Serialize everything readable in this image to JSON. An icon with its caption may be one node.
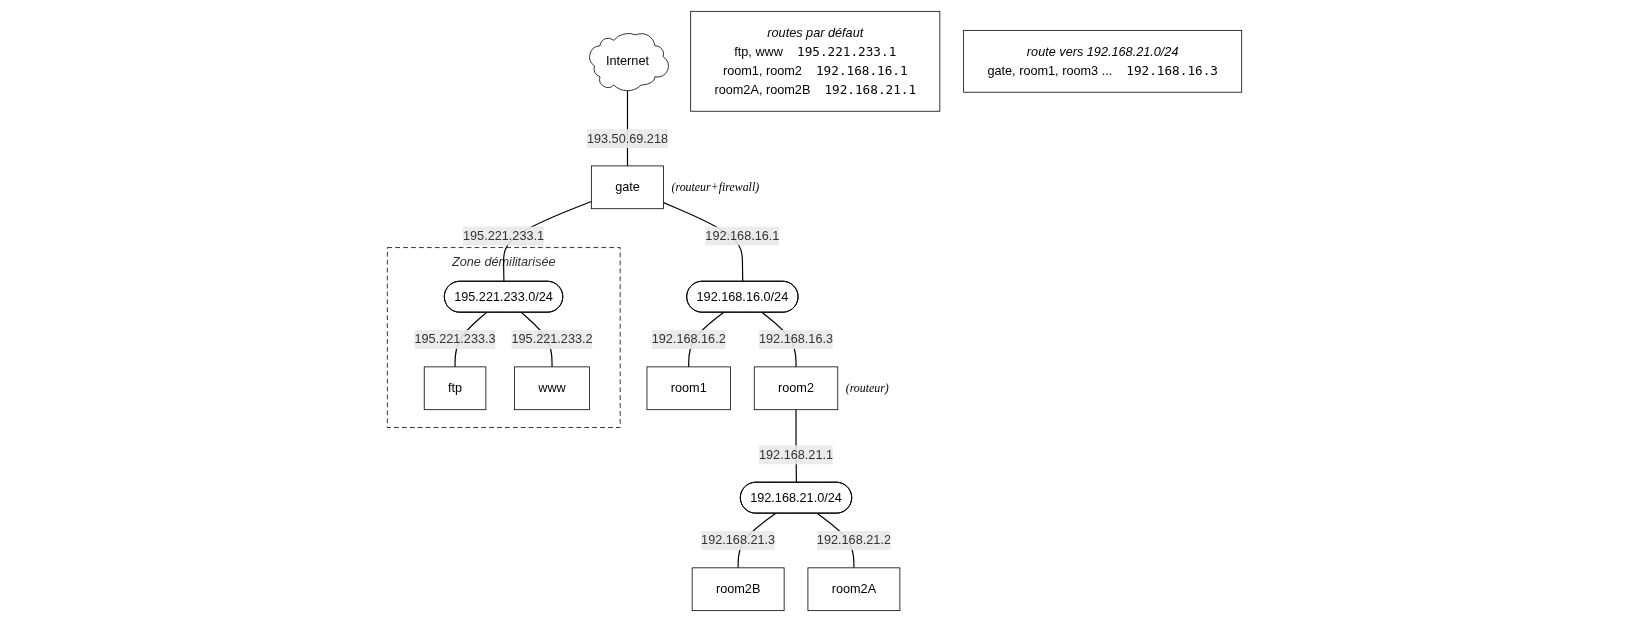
{
  "diagram": {
    "nodes": [
      {
        "text": [
          "Internet"
        ]
      },
      {
        "text": [
          "gate"
        ],
        "beside": [
          "(routeur+firewall)"
        ]
      },
      {
        "text": [
          "Zone démilitarisée"
        ]
      },
      {
        "text": [
          "195.221.233.0/24"
        ],
        "in": 2
      },
      {
        "text": [
          "ftp"
        ],
        "in": 2
      },
      {
        "text": [
          "www"
        ],
        "in": 2
      },
      {
        "text": [
          "192.168.16.0/24"
        ]
      },
      {
        "text": [
          "room1"
        ]
      },
      {
        "text": [
          "room2"
        ],
        "beside": [
          "(routeur)"
        ]
      },
      {
        "text": [
          "192.168.21.0/24"
        ]
      },
      {
        "text": [
          "room2B"
        ]
      },
      {
        "text": [
          "room2A"
        ]
      },
      {
        "text": [
          "routes par défaut",
          "ftp, www",
          "195.221.233.1",
          "room1, room2",
          "192.168.16.1",
          "room2A, room2B",
          "192.168.21.1"
        ]
      },
      {
        "text": [
          "route vers 192.168.21.0/24",
          "gate, room1, room3 ...",
          "192.168.16.3"
        ]
      }
    ],
    "edges": [
      {
        "from": 0,
        "to": 1,
        "arrow": "none",
        "label": "193.50.69.218"
      },
      {
        "from": 1,
        "to": 3,
        "arrow": "none",
        "label": "195.221.233.1"
      },
      {
        "from": 1,
        "to": 6,
        "arrow": "none",
        "label": "192.168.16.1"
      },
      {
        "from": 3,
        "to": 4,
        "arrow": "none",
        "label": "195.221.233.3"
      },
      {
        "from": 3,
        "to": 5,
        "arrow": "none",
        "label": "195.221.233.2"
      },
      {
        "from": 6,
        "to": 7,
        "arrow": "none",
        "label": "192.168.16.2"
      },
      {
        "from": 6,
        "to": 8,
        "arrow": "none",
        "label": "192.168.16.3"
      },
      {
        "from": 8,
        "to": 9,
        "arrow": "none",
        "label": "192.168.21.1"
      },
      {
        "from": 9,
        "to": 10,
        "arrow": "none",
        "label": "192.168.21.3"
      },
      {
        "from": 9,
        "to": 11,
        "arrow": "none",
        "label": "192.168.21.2"
      }
    ]
  }
}
